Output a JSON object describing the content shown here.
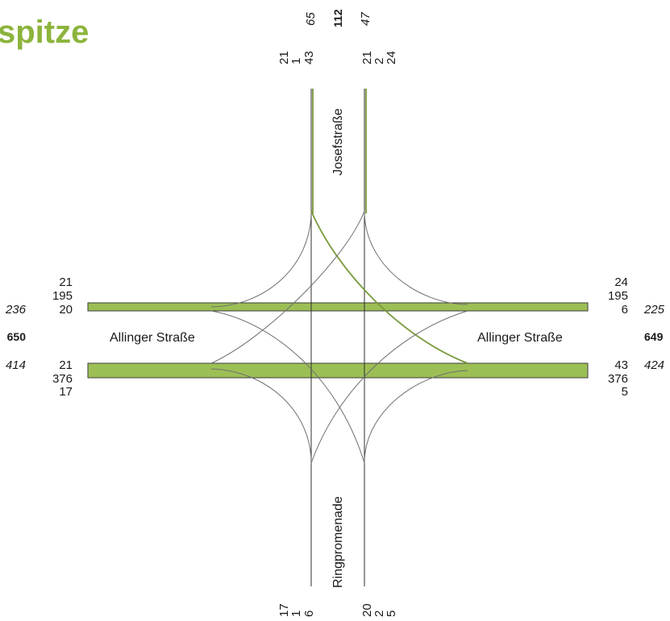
{
  "title": {
    "text": "spitze",
    "color": "#8cb43c"
  },
  "colors": {
    "band_fill": "#9cbf55",
    "line": "#2e2e2e"
  },
  "streets": {
    "north": "Josefstraße",
    "south": "Ringpromenade",
    "west": "Allinger Straße",
    "east": "Allinger Straße"
  },
  "north": {
    "in_total": "65",
    "sum": "112",
    "out_total": "47",
    "in_turns": [
      "21",
      "1",
      "43"
    ],
    "out_turns": [
      "21",
      "2",
      "24"
    ]
  },
  "south": {
    "in_turns": [
      "17",
      "1",
      "6"
    ],
    "out_turns": [
      "20",
      "2",
      "5"
    ]
  },
  "west": {
    "upper_turns": [
      "21",
      "195",
      "20"
    ],
    "lower_turns": [
      "21",
      "376",
      "17"
    ],
    "upper_total": "236",
    "sum": "650",
    "lower_total": "414"
  },
  "east": {
    "upper_turns": [
      "24",
      "195",
      "6"
    ],
    "lower_turns": [
      "43",
      "376",
      "5"
    ],
    "upper_total": "225",
    "sum": "649",
    "lower_total": "424"
  }
}
